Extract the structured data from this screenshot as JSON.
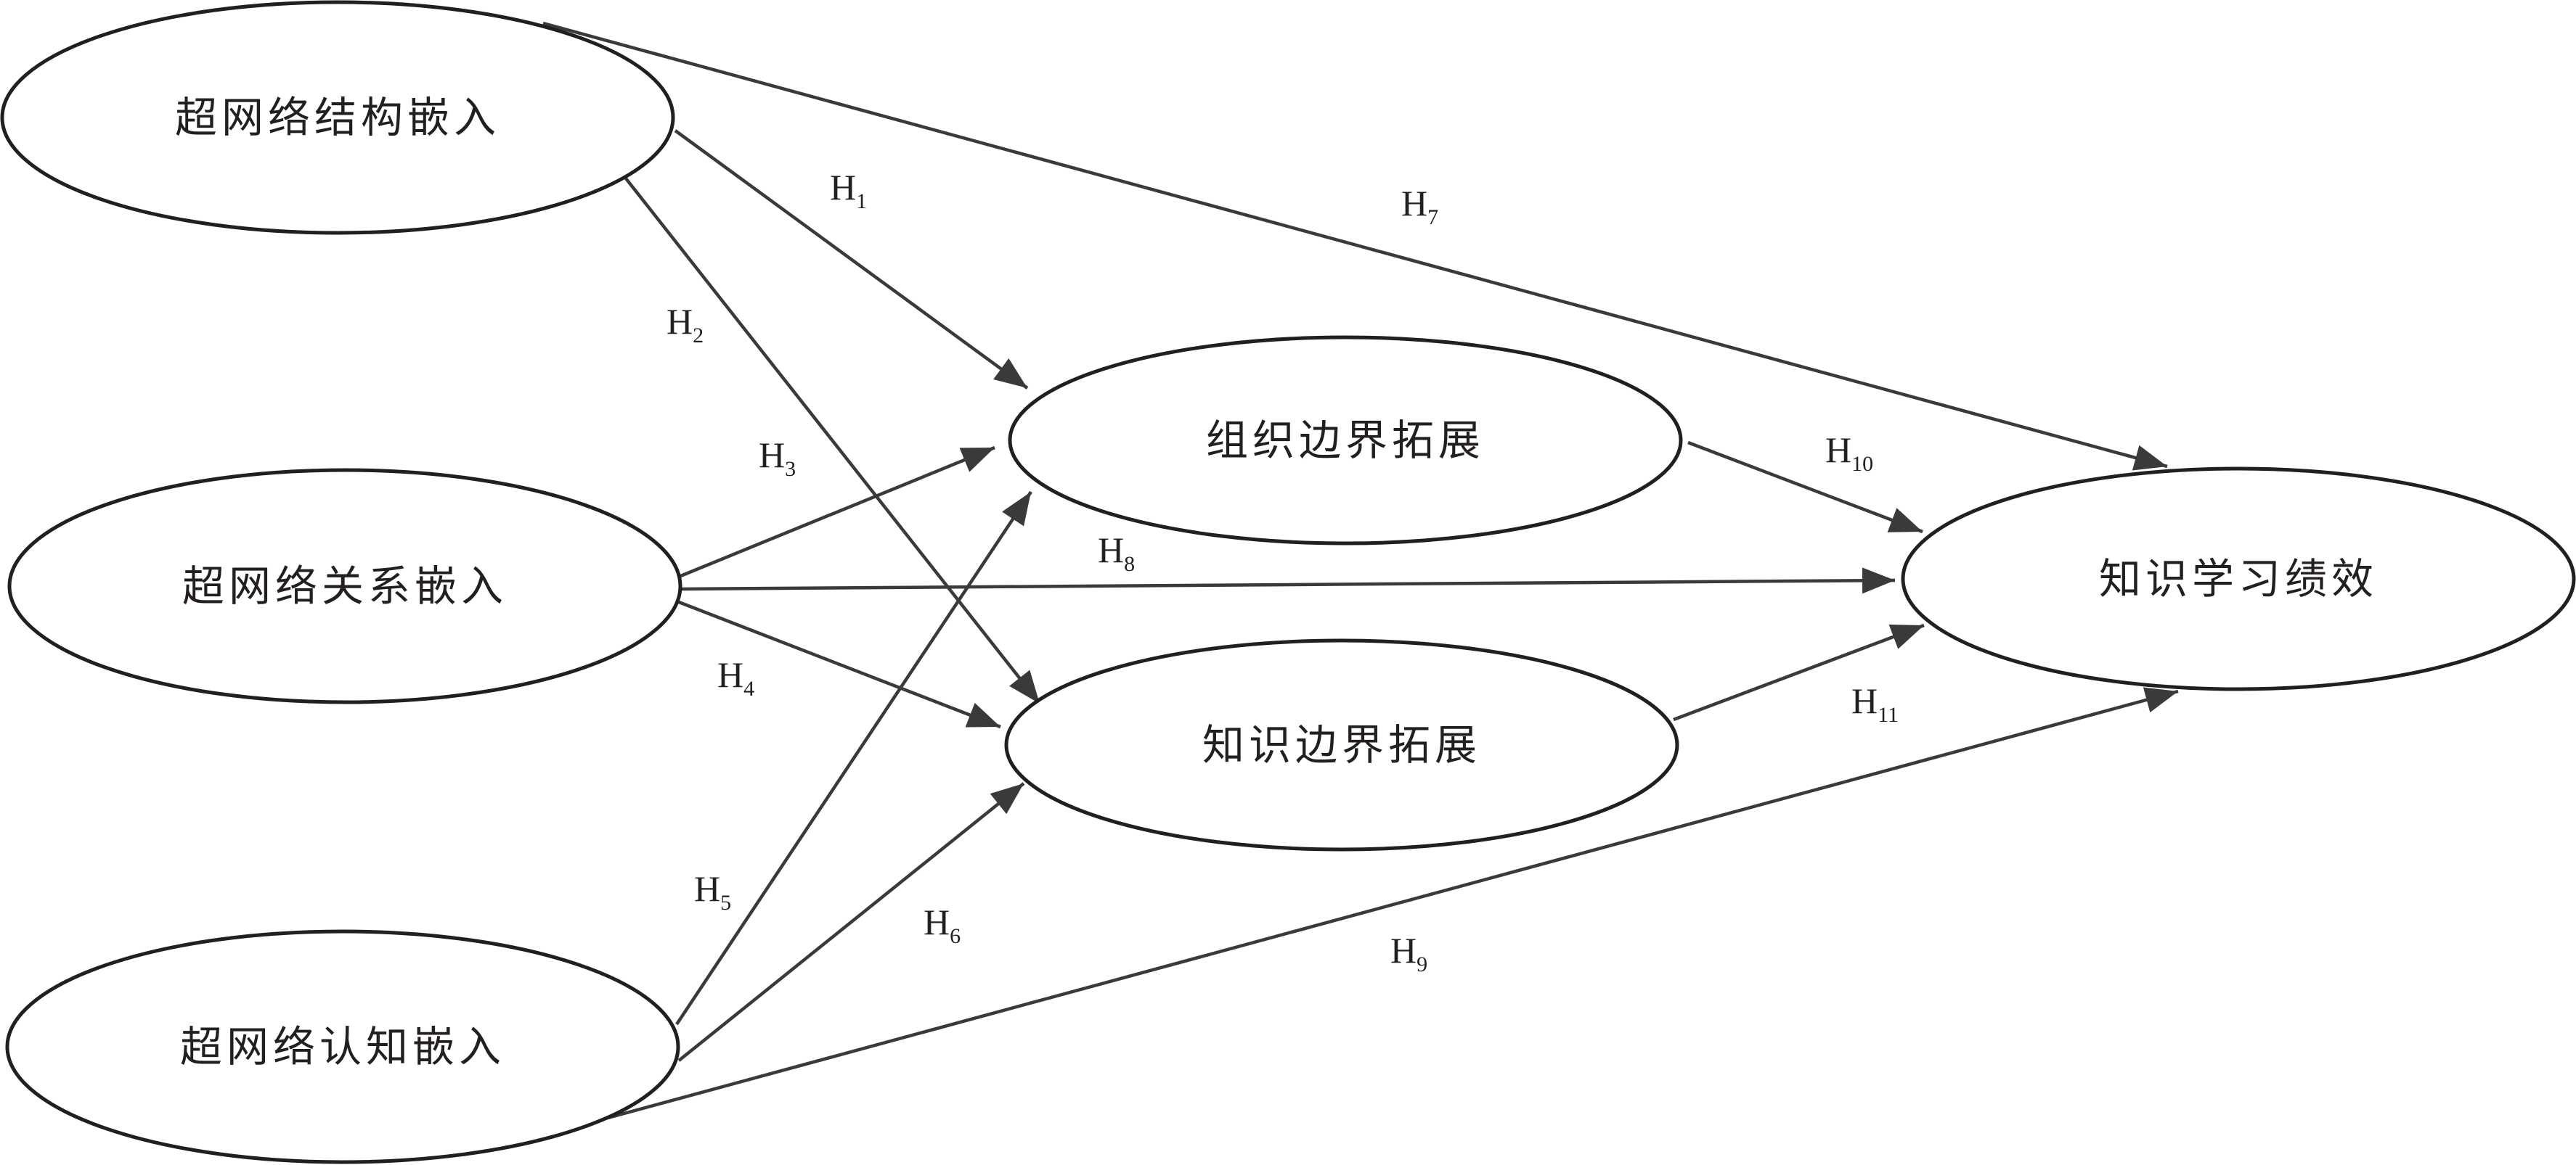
{
  "nodes": {
    "structural": {
      "label": "超网络结构嵌入"
    },
    "relational": {
      "label": "超网络关系嵌入"
    },
    "cognitive": {
      "label": "超网络认知嵌入"
    },
    "org_boundary": {
      "label": "组织边界拓展"
    },
    "knowledge_boundary": {
      "label": "知识边界拓展"
    },
    "performance": {
      "label": "知识学习绩效"
    }
  },
  "hypotheses": [
    {
      "letter": "H",
      "num": "1",
      "from": "structural",
      "to": "org_boundary"
    },
    {
      "letter": "H",
      "num": "2",
      "from": "structural",
      "to": "knowledge_boundary"
    },
    {
      "letter": "H",
      "num": "3",
      "from": "relational",
      "to": "org_boundary"
    },
    {
      "letter": "H",
      "num": "4",
      "from": "relational",
      "to": "knowledge_boundary"
    },
    {
      "letter": "H",
      "num": "5",
      "from": "cognitive",
      "to": "org_boundary"
    },
    {
      "letter": "H",
      "num": "6",
      "from": "cognitive",
      "to": "knowledge_boundary"
    },
    {
      "letter": "H",
      "num": "7",
      "from": "structural",
      "to": "performance"
    },
    {
      "letter": "H",
      "num": "8",
      "from": "relational",
      "to": "performance"
    },
    {
      "letter": "H",
      "num": "9",
      "from": "cognitive",
      "to": "performance"
    },
    {
      "letter": "H",
      "num": "10",
      "from": "org_boundary",
      "to": "performance"
    },
    {
      "letter": "H",
      "num": "11",
      "from": "knowledge_boundary",
      "to": "performance"
    }
  ],
  "colors": {
    "stroke": "#231f20",
    "arrow": "#3a3a3a",
    "background": "#ffffff"
  }
}
